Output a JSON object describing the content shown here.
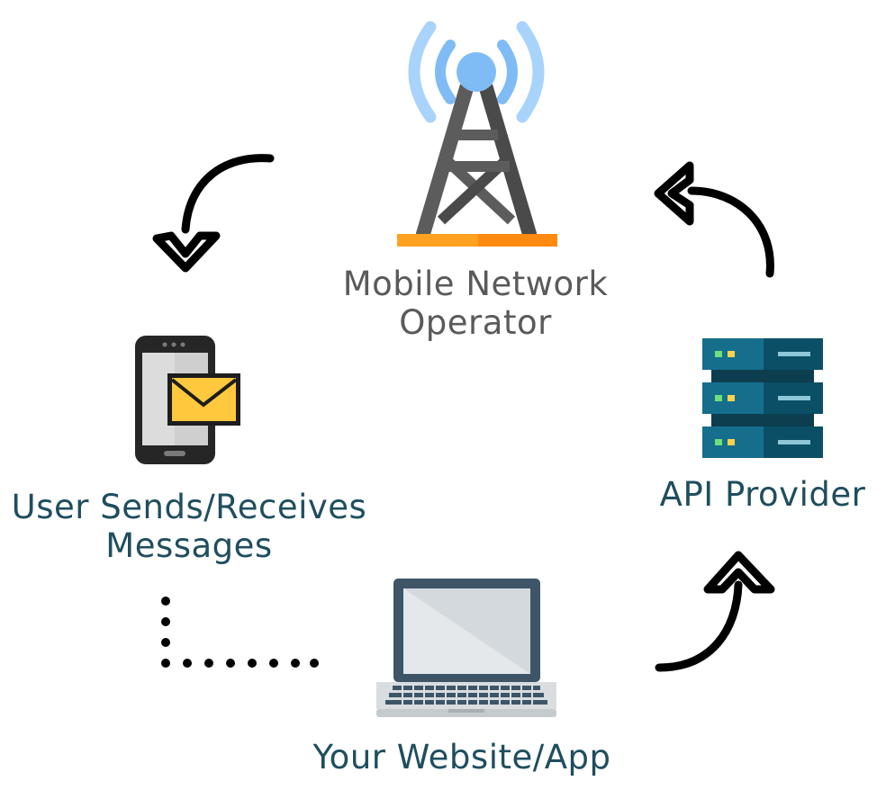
{
  "nodes": {
    "operator": {
      "line1": "Mobile Network",
      "line2": "Operator"
    },
    "user": {
      "line1": "User Sends/Receives",
      "line2": "Messages"
    },
    "api": {
      "label": "API Provider"
    },
    "app": {
      "label": "Your Website/App"
    }
  },
  "colors": {
    "label_dark": "#1f4e5f",
    "label_grey": "#5a5a5a",
    "tower_grey": "#5c5c5c",
    "signal_blue": "#7fbcf5",
    "base_orange": "#ff9a1a",
    "server_teal": "#156f8c",
    "envelope_yellow": "#ffc83d",
    "arrow_black": "#000000"
  },
  "icons": [
    "cell-tower-icon",
    "smartphone-message-icon",
    "server-rack-icon",
    "laptop-icon"
  ]
}
